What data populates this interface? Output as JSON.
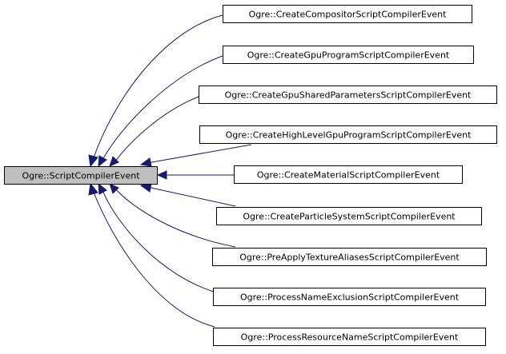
{
  "base_class": {
    "label": "Ogre::ScriptCompilerEvent"
  },
  "derived_classes": [
    {
      "label": "Ogre::CreateCompositorScriptCompilerEvent"
    },
    {
      "label": "Ogre::CreateGpuProgramScriptCompilerEvent"
    },
    {
      "label": "Ogre::CreateGpuSharedParametersScriptCompilerEvent"
    },
    {
      "label": "Ogre::CreateHighLevelGpuProgramScriptCompilerEvent"
    },
    {
      "label": "Ogre::CreateMaterialScriptCompilerEvent"
    },
    {
      "label": "Ogre::CreateParticleSystemScriptCompilerEvent"
    },
    {
      "label": "Ogre::PreApplyTextureAliasesScriptCompilerEvent"
    },
    {
      "label": "Ogre::ProcessNameExclusionScriptCompilerEvent"
    },
    {
      "label": "Ogre::ProcessResourceNameScriptCompilerEvent"
    }
  ],
  "colors": {
    "edge": "#191970",
    "base_fill": "#bfbfbf",
    "node_fill": "#ffffff",
    "border": "#000000"
  }
}
